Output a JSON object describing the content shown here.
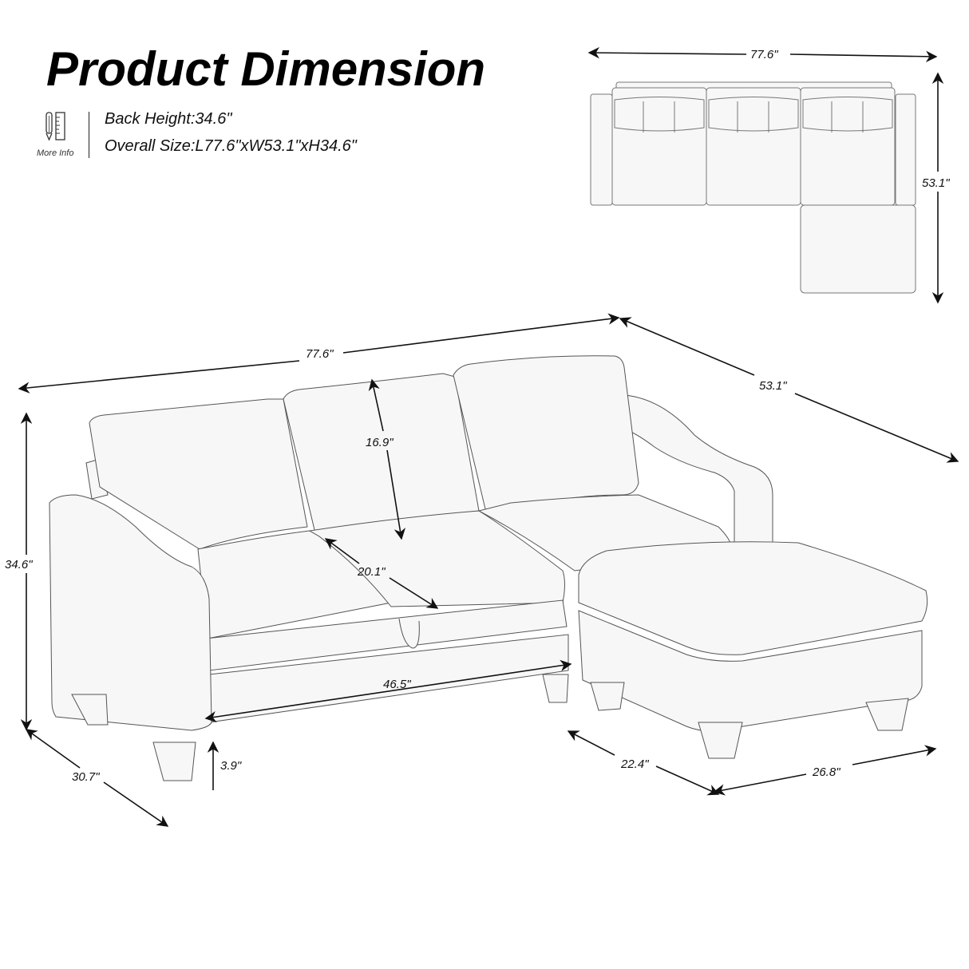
{
  "header": {
    "title": "Product Dimension",
    "more_info_label": "More Info",
    "icon": "pencil-ruler-icon"
  },
  "specs": {
    "back_height": "Back Height:34.6\"",
    "overall_size": "Overall Size:L77.6\"xW53.1\"xH34.6\""
  },
  "top_view": {
    "width_label": "77.6\"",
    "depth_label": "53.1\""
  },
  "perspective_view": {
    "overall_length": "77.6\"",
    "overall_depth": "53.1\"",
    "height": "34.6\"",
    "arm_depth": "30.7\"",
    "back_cushion_height": "16.9\"",
    "seat_depth": "20.1\"",
    "seat_width": "46.5\"",
    "leg_height": "3.9\"",
    "ottoman_depth": "22.4\"",
    "ottoman_width": "26.8\""
  },
  "colors": {
    "line": "#555555",
    "fill": "#f7f7f7",
    "arrow": "#111111"
  }
}
